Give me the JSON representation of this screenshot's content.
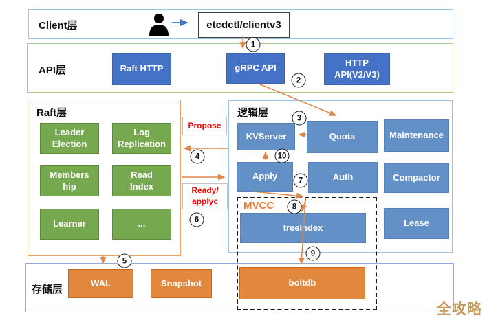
{
  "client_layer": {
    "label": "Client层",
    "client_box": "etcdctl/clientv3"
  },
  "api_layer": {
    "label": "API层",
    "raft_http": "Raft HTTP",
    "grpc_api": "gRPC API",
    "http_api": "HTTP\nAPI(V2/V3)"
  },
  "raft_layer": {
    "label": "Raft层",
    "leader_election": "Leader\nElection",
    "log_replication": "Log\nReplication",
    "membership": "Members\nhip",
    "read_index": "Read\nIndex",
    "learner": "Learner",
    "more": "..."
  },
  "logic_layer": {
    "label": "逻辑层",
    "kvserver": "KVServer",
    "quota": "Quota",
    "maintenance": "Maintenance",
    "apply": "Apply",
    "auth": "Auth",
    "compactor": "Compactor",
    "lease": "Lease",
    "mvcc_label": "MVCC",
    "tree_index": "treeIndex"
  },
  "storage_layer": {
    "label": "存储层",
    "wal": "WAL",
    "snapshot": "Snapshot",
    "boltdb": "boltdb"
  },
  "flow_labels": {
    "propose": "Propose",
    "ready_applyc": "Ready/\napplyc"
  },
  "steps": {
    "s1": "1",
    "s2": "2",
    "s3": "3",
    "s4": "4",
    "s5": "5",
    "s6": "6",
    "s7": "7",
    "s8": "8",
    "s9": "9",
    "s10": "10"
  },
  "watermark": "全攻略",
  "colors": {
    "api_box_blue": "#4472C4",
    "logic_box_blue": "#6490C8",
    "raft_box_green": "#76A84F",
    "storage_box_orange": "#E2873E",
    "arrow_orange": "#E0874A",
    "client_arrow_blue": "#4472C4",
    "flow_label_red": "#FF0000",
    "client_border_blue": "#9DC3E6",
    "api_border_green": "#A9C98B",
    "raft_border_orange": "#F0A062",
    "storage_border_blue": "#8FAADC",
    "mvcc_label_orange": "#ED7D31",
    "watermark_gold": "#C49A5F"
  }
}
